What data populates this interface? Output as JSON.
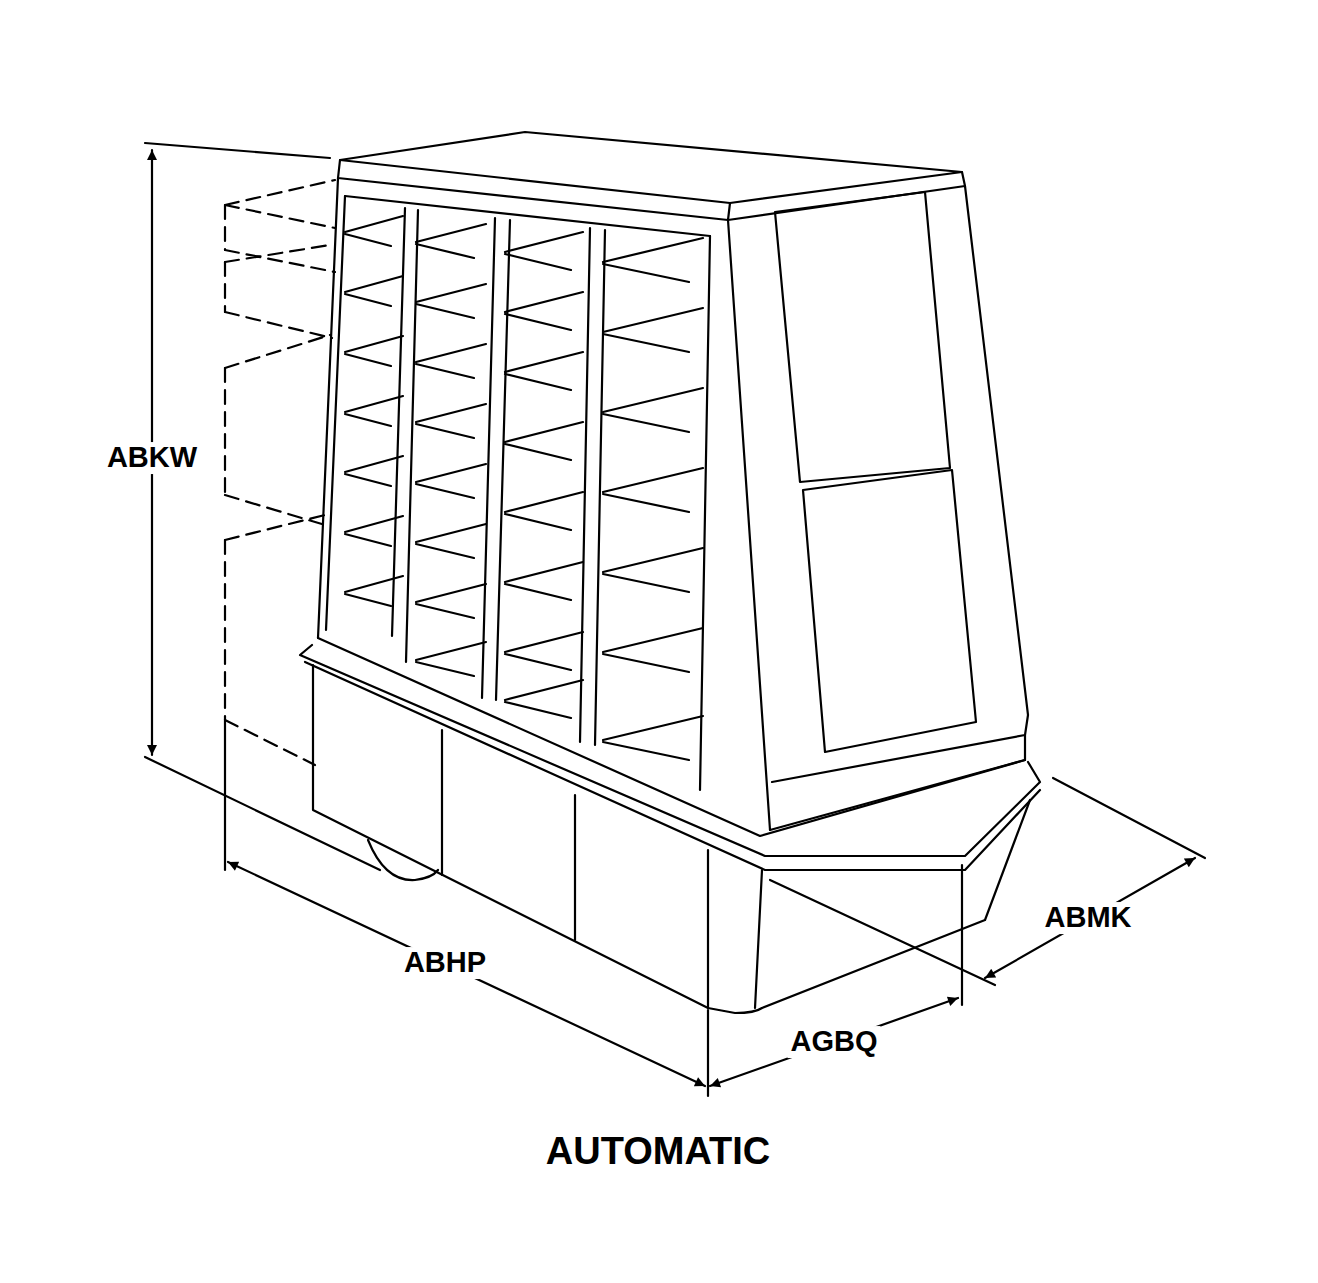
{
  "diagram": {
    "caption": "AUTOMATIC",
    "labels": [
      "ABKW",
      "ABHP",
      "AGBQ",
      "ABMK"
    ]
  }
}
